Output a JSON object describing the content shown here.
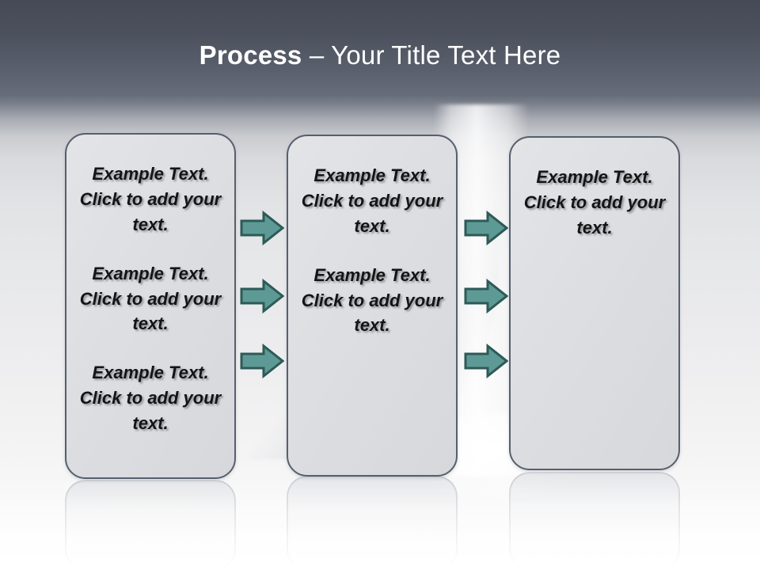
{
  "slide": {
    "title": {
      "strong": "Process",
      "rest": " – Your Title Text Here"
    },
    "theme": {
      "title_band_top": "#454a56",
      "title_band_bottom": "#6a707c",
      "title_color": "#ffffff",
      "box_fill": "#dcdee1",
      "box_border": "#565f6e",
      "arrow_fill": "#5d9a95",
      "arrow_border": "#2d5a57",
      "body_text_color": "#141414"
    },
    "columns": [
      {
        "name": "column-1",
        "blocks": [
          "Example Text. Click  to add your text.",
          "Example Text. Click  to add your text.",
          "Example Text. Click  to add your text."
        ]
      },
      {
        "name": "column-2",
        "blocks": [
          "Example Text. Click  to add your text.",
          "Example Text. Click  to add your text."
        ]
      },
      {
        "name": "column-3",
        "blocks": [
          "Example Text. Click  to add your text."
        ]
      }
    ],
    "arrow_groups": [
      {
        "name": "arrow-group-1",
        "count": 3
      },
      {
        "name": "arrow-group-2",
        "count": 3
      }
    ]
  }
}
